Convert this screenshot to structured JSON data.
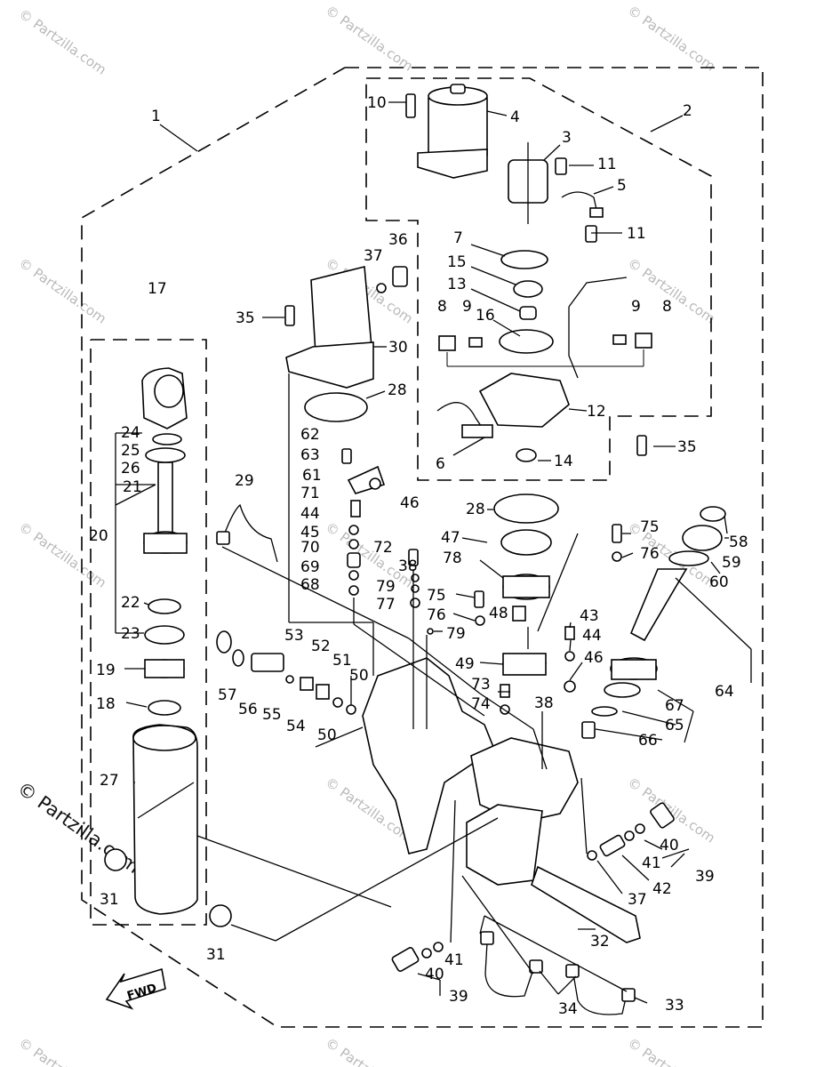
{
  "watermark": {
    "small": "© Partzilla.com",
    "large": "© Partzilla.com"
  },
  "fwd_badge": "FWD",
  "labels": [
    {
      "id": "p1",
      "text": "1"
    },
    {
      "id": "p2",
      "text": "2"
    },
    {
      "id": "p3",
      "text": "3"
    },
    {
      "id": "p4",
      "text": "4"
    },
    {
      "id": "p5",
      "text": "5"
    },
    {
      "id": "p6",
      "text": "6"
    },
    {
      "id": "p7",
      "text": "7"
    },
    {
      "id": "p8a",
      "text": "8"
    },
    {
      "id": "p8b",
      "text": "8"
    },
    {
      "id": "p9a",
      "text": "9"
    },
    {
      "id": "p9b",
      "text": "9"
    },
    {
      "id": "p10",
      "text": "10"
    },
    {
      "id": "p11a",
      "text": "11"
    },
    {
      "id": "p11b",
      "text": "11"
    },
    {
      "id": "p12",
      "text": "12"
    },
    {
      "id": "p13",
      "text": "13"
    },
    {
      "id": "p14",
      "text": "14"
    },
    {
      "id": "p15",
      "text": "15"
    },
    {
      "id": "p16",
      "text": "16"
    },
    {
      "id": "p17",
      "text": "17"
    },
    {
      "id": "p18",
      "text": "18"
    },
    {
      "id": "p19",
      "text": "19"
    },
    {
      "id": "p20",
      "text": "20"
    },
    {
      "id": "p21",
      "text": "21"
    },
    {
      "id": "p22",
      "text": "22"
    },
    {
      "id": "p23",
      "text": "23"
    },
    {
      "id": "p24",
      "text": "24"
    },
    {
      "id": "p25",
      "text": "25"
    },
    {
      "id": "p26",
      "text": "26"
    },
    {
      "id": "p27",
      "text": "27"
    },
    {
      "id": "p28a",
      "text": "28"
    },
    {
      "id": "p28b",
      "text": "28"
    },
    {
      "id": "p29",
      "text": "29"
    },
    {
      "id": "p30",
      "text": "30"
    },
    {
      "id": "p31a",
      "text": "31"
    },
    {
      "id": "p31b",
      "text": "31"
    },
    {
      "id": "p32",
      "text": "32"
    },
    {
      "id": "p33",
      "text": "33"
    },
    {
      "id": "p34",
      "text": "34"
    },
    {
      "id": "p35a",
      "text": "35"
    },
    {
      "id": "p35b",
      "text": "35"
    },
    {
      "id": "p36",
      "text": "36"
    },
    {
      "id": "p37a",
      "text": "37"
    },
    {
      "id": "p37b",
      "text": "37"
    },
    {
      "id": "p38a",
      "text": "38"
    },
    {
      "id": "p38b",
      "text": "38"
    },
    {
      "id": "p39a",
      "text": "39"
    },
    {
      "id": "p39b",
      "text": "39"
    },
    {
      "id": "p40a",
      "text": "40"
    },
    {
      "id": "p40b",
      "text": "40"
    },
    {
      "id": "p41a",
      "text": "41"
    },
    {
      "id": "p41b",
      "text": "41"
    },
    {
      "id": "p42",
      "text": "42"
    },
    {
      "id": "p43",
      "text": "43"
    },
    {
      "id": "p44a",
      "text": "44"
    },
    {
      "id": "p44b",
      "text": "44"
    },
    {
      "id": "p45",
      "text": "45"
    },
    {
      "id": "p46a",
      "text": "46"
    },
    {
      "id": "p46b",
      "text": "46"
    },
    {
      "id": "p47",
      "text": "47"
    },
    {
      "id": "p48",
      "text": "48"
    },
    {
      "id": "p49",
      "text": "49"
    },
    {
      "id": "p50a",
      "text": "50"
    },
    {
      "id": "p50b",
      "text": "50"
    },
    {
      "id": "p51",
      "text": "51"
    },
    {
      "id": "p52",
      "text": "52"
    },
    {
      "id": "p53",
      "text": "53"
    },
    {
      "id": "p54",
      "text": "54"
    },
    {
      "id": "p55",
      "text": "55"
    },
    {
      "id": "p56",
      "text": "56"
    },
    {
      "id": "p57",
      "text": "57"
    },
    {
      "id": "p58",
      "text": "58"
    },
    {
      "id": "p59",
      "text": "59"
    },
    {
      "id": "p60",
      "text": "60"
    },
    {
      "id": "p61",
      "text": "61"
    },
    {
      "id": "p62",
      "text": "62"
    },
    {
      "id": "p63",
      "text": "63"
    },
    {
      "id": "p64",
      "text": "64"
    },
    {
      "id": "p65",
      "text": "65"
    },
    {
      "id": "p66",
      "text": "66"
    },
    {
      "id": "p67",
      "text": "67"
    },
    {
      "id": "p68",
      "text": "68"
    },
    {
      "id": "p69",
      "text": "69"
    },
    {
      "id": "p70",
      "text": "70"
    },
    {
      "id": "p71",
      "text": "71"
    },
    {
      "id": "p72",
      "text": "72"
    },
    {
      "id": "p73",
      "text": "73"
    },
    {
      "id": "p74",
      "text": "74"
    },
    {
      "id": "p75a",
      "text": "75"
    },
    {
      "id": "p75b",
      "text": "75"
    },
    {
      "id": "p76a",
      "text": "76"
    },
    {
      "id": "p76b",
      "text": "76"
    },
    {
      "id": "p77",
      "text": "77"
    },
    {
      "id": "p78",
      "text": "78"
    },
    {
      "id": "p79a",
      "text": "79"
    },
    {
      "id": "p79b",
      "text": "79"
    }
  ]
}
